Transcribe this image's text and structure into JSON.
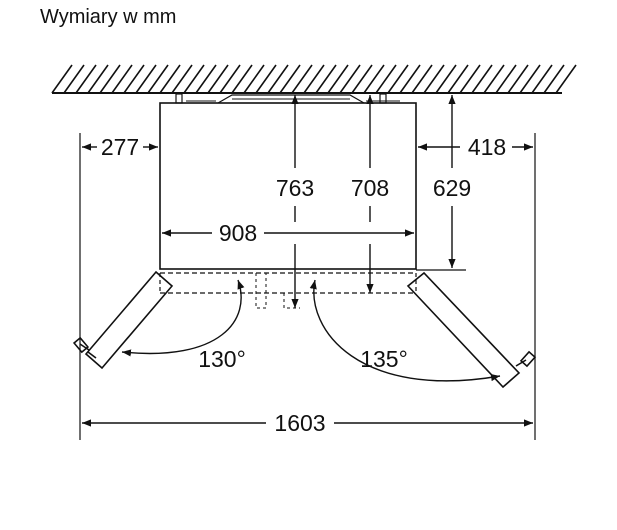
{
  "title": "Wymiary w mm",
  "dimensions": {
    "left_clearance": "277",
    "right_clearance": "418",
    "width": "908",
    "depth_total": "763",
    "depth_body": "708",
    "depth_to_wall": "629",
    "total_width_open": "1603"
  },
  "angles": {
    "left_door": "130°",
    "right_door": "135°"
  }
}
